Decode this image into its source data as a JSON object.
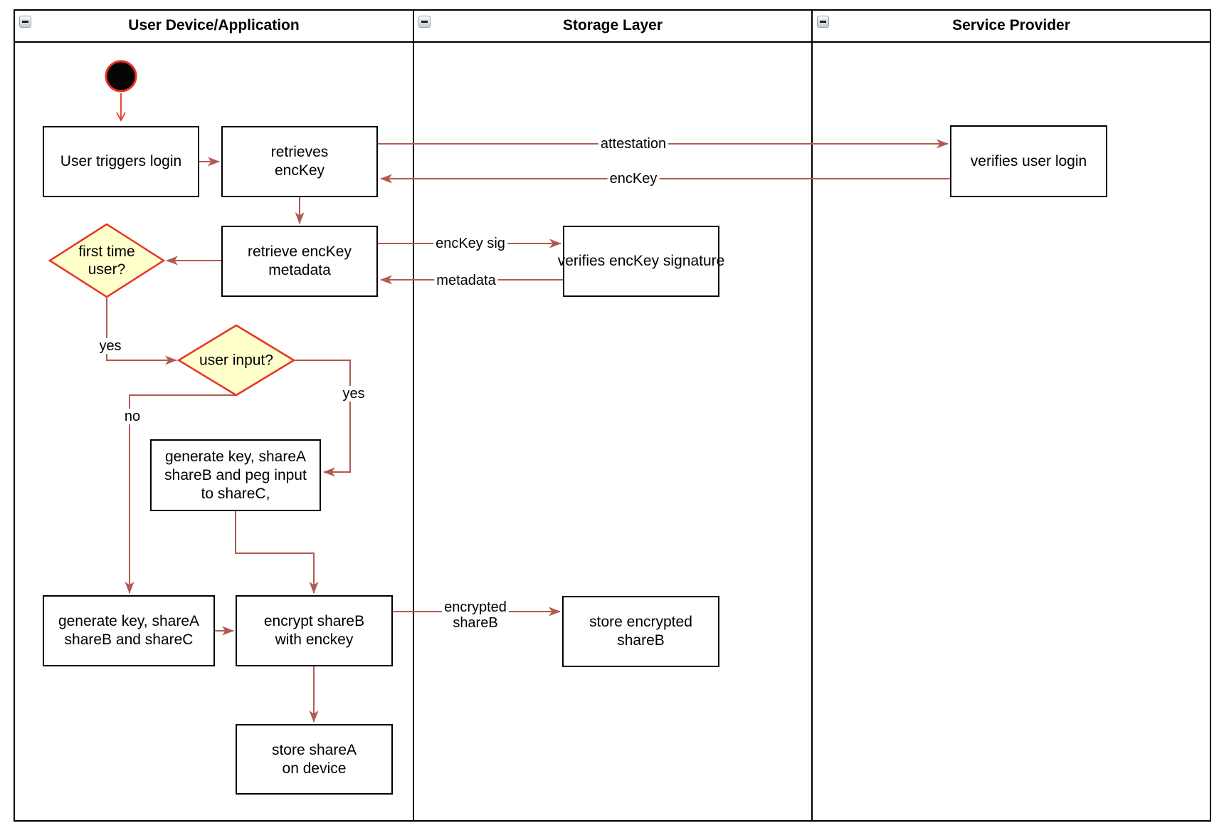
{
  "diagram": {
    "lanes": [
      {
        "title": "User Device/Application"
      },
      {
        "title": "Storage Layer"
      },
      {
        "title": "Service Provider"
      }
    ],
    "nodes": {
      "start": {
        "type": "initial-state"
      },
      "user_triggers_login": {
        "label": "User triggers login"
      },
      "retrieves_enckey": {
        "label": "retrieves\nencKey"
      },
      "verifies_user_login": {
        "label": "verifies user login"
      },
      "retrieve_enckey_metadata": {
        "label": "retrieve encKey\nmetadata"
      },
      "verifies_enckey_signature": {
        "label": "verifies encKey signature"
      },
      "first_time_user": {
        "label": "first time\nuser?"
      },
      "user_input": {
        "label": "user input?"
      },
      "generate_key_peg_input": {
        "label": "generate key, shareA\nshareB and peg input\nto shareC,"
      },
      "generate_key_sharec": {
        "label": "generate key, shareA\nshareB and shareC"
      },
      "encrypt_shareb": {
        "label": "encrypt shareB\nwith enckey"
      },
      "store_encrypted_shareb": {
        "label": "store encrypted\nshareB"
      },
      "store_sharea": {
        "label": "store shareA\non device"
      }
    },
    "edge_labels": {
      "attestation": "attestation",
      "enckey": "encKey",
      "enckey_sig": "encKey sig",
      "metadata": "metadata",
      "first_time_yes": "yes",
      "user_input_no": "no",
      "user_input_yes": "yes",
      "encrypted_shareb": "encrypted\nshareB"
    },
    "colors": {
      "edge": "#b05b52",
      "start": "#e93323",
      "decision_fill": "#ffffcc",
      "decision_stroke": "#e93323",
      "shape_stroke": "#000000",
      "lane_border": "#000000"
    }
  }
}
